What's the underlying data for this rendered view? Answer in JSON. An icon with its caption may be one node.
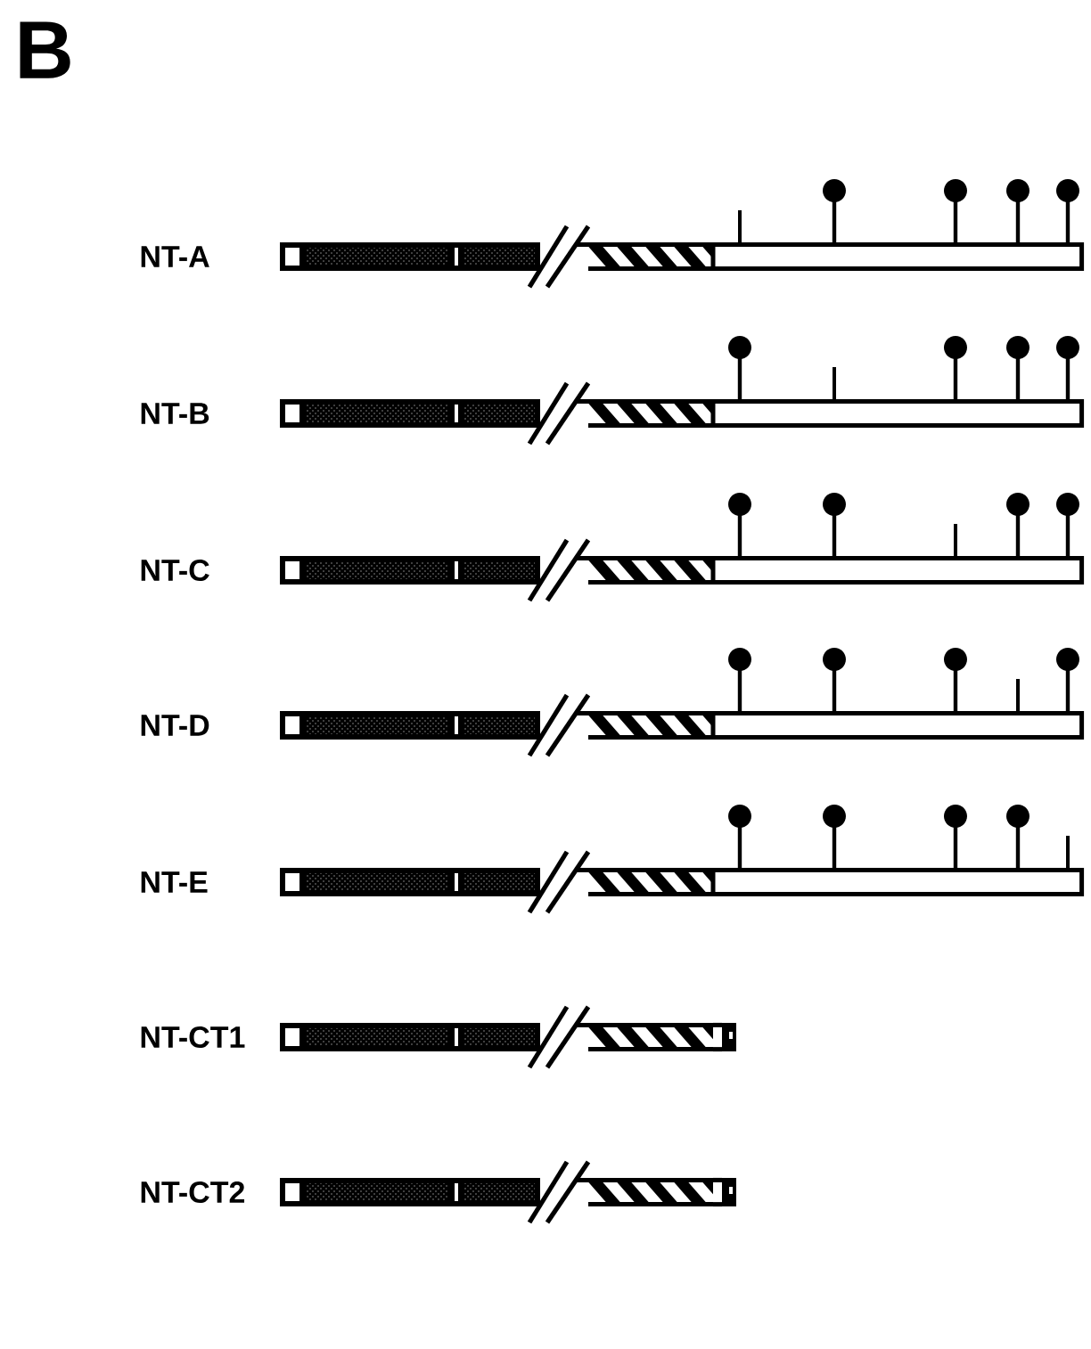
{
  "diagram": {
    "labels": [
      "B",
      "NT-A",
      "NT-B",
      "NT-C",
      "NT-D",
      "NT-E",
      "NT-CT1",
      "NT-CT2"
    ]
  }
}
